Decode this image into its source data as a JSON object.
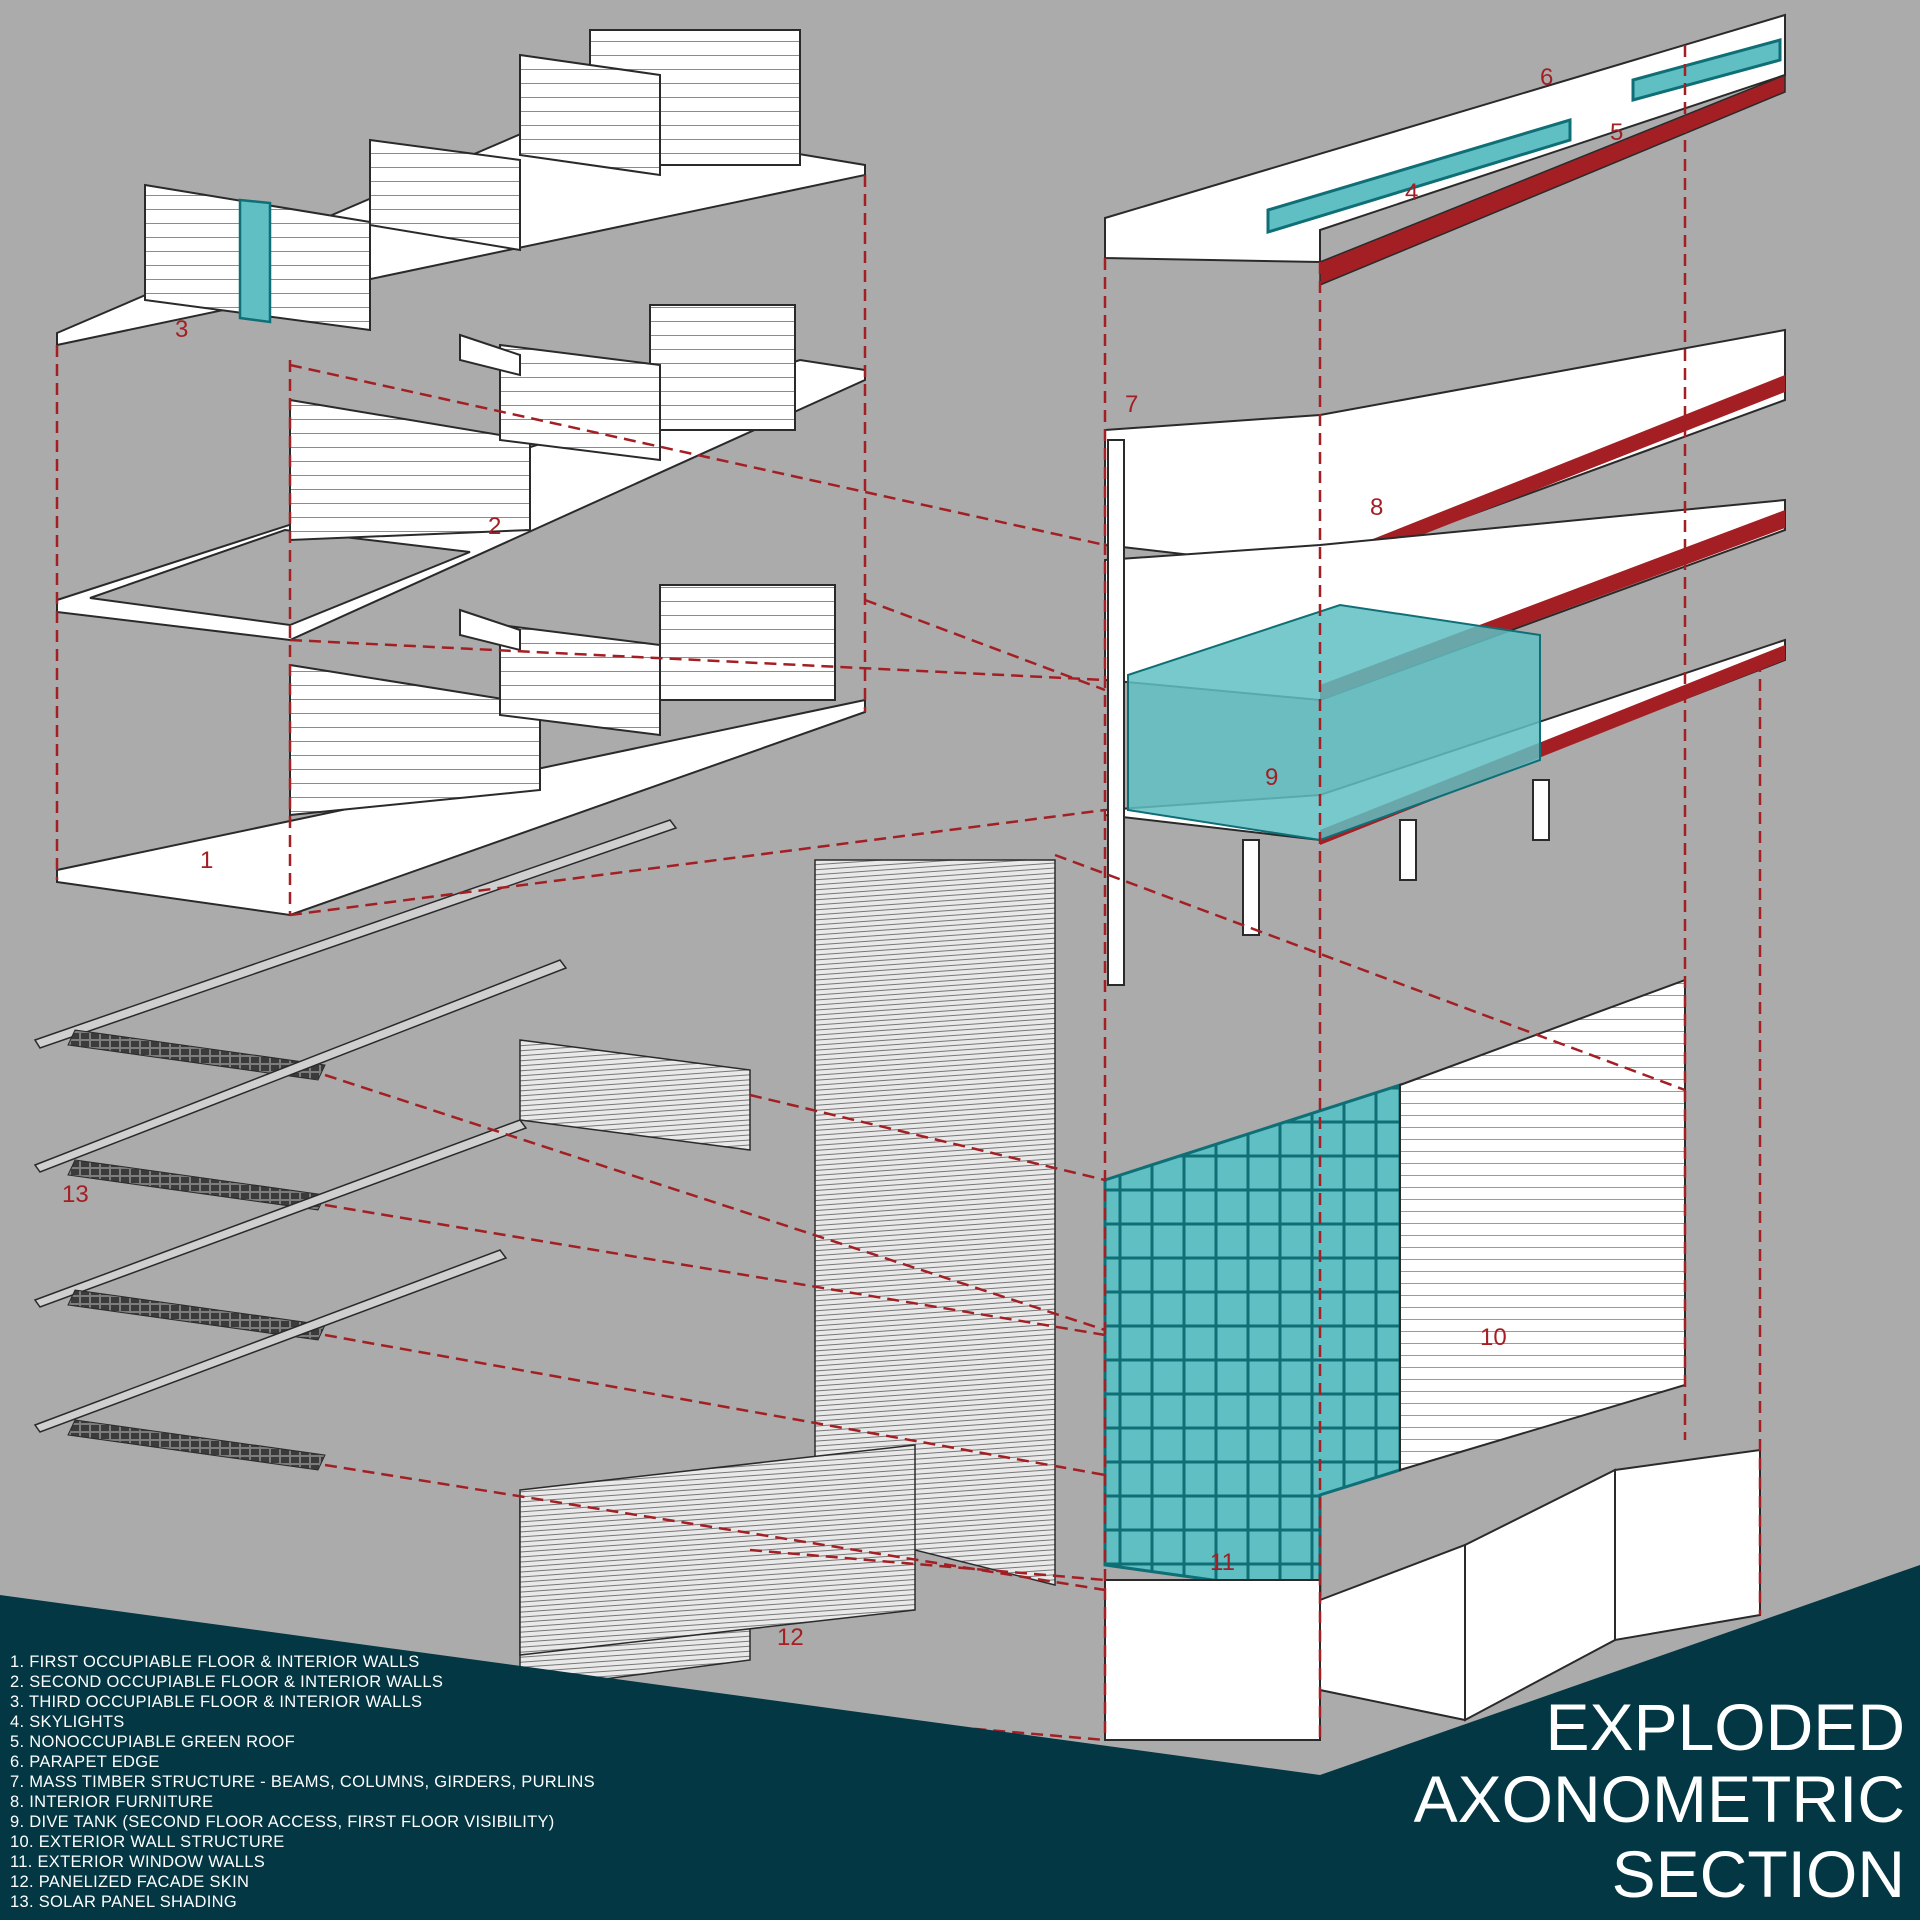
{
  "callouts": [
    "1",
    "2",
    "3",
    "4",
    "5",
    "6",
    "7",
    "8",
    "9",
    "10",
    "11",
    "12",
    "13"
  ],
  "legend": [
    "1.  FIRST OCCUPIABLE FLOOR & INTERIOR WALLS",
    "2.  SECOND OCCUPIABLE FLOOR & INTERIOR WALLS",
    "3.  THIRD OCCUPIABLE FLOOR & INTERIOR WALLS",
    "4.  SKYLIGHTS",
    "5.  NONOCCUPIABLE GREEN ROOF",
    "6.  PARAPET EDGE",
    "7.  MASS TIMBER STRUCTURE - BEAMS, COLUMNS, GIRDERS, PURLINS",
    "8.  INTERIOR FURNITURE",
    "9.  DIVE TANK (SECOND FLOOR ACCESS, FIRST FLOOR VISIBILITY)",
    "10.  EXTERIOR WALL STRUCTURE",
    "11.  EXTERIOR WINDOW WALLS",
    "12.  PANELIZED FACADE SKIN",
    "13.  SOLAR PANEL SHADING"
  ],
  "title": [
    "EXPLODED",
    "AXONOMETRIC",
    "SECTION"
  ],
  "colors": {
    "background": "#ababab",
    "footer": "#023743",
    "accent_red": "#a31f24",
    "glass_teal": "#5fbfc3",
    "paper": "#ffffff",
    "line": "#2a2a2a"
  }
}
